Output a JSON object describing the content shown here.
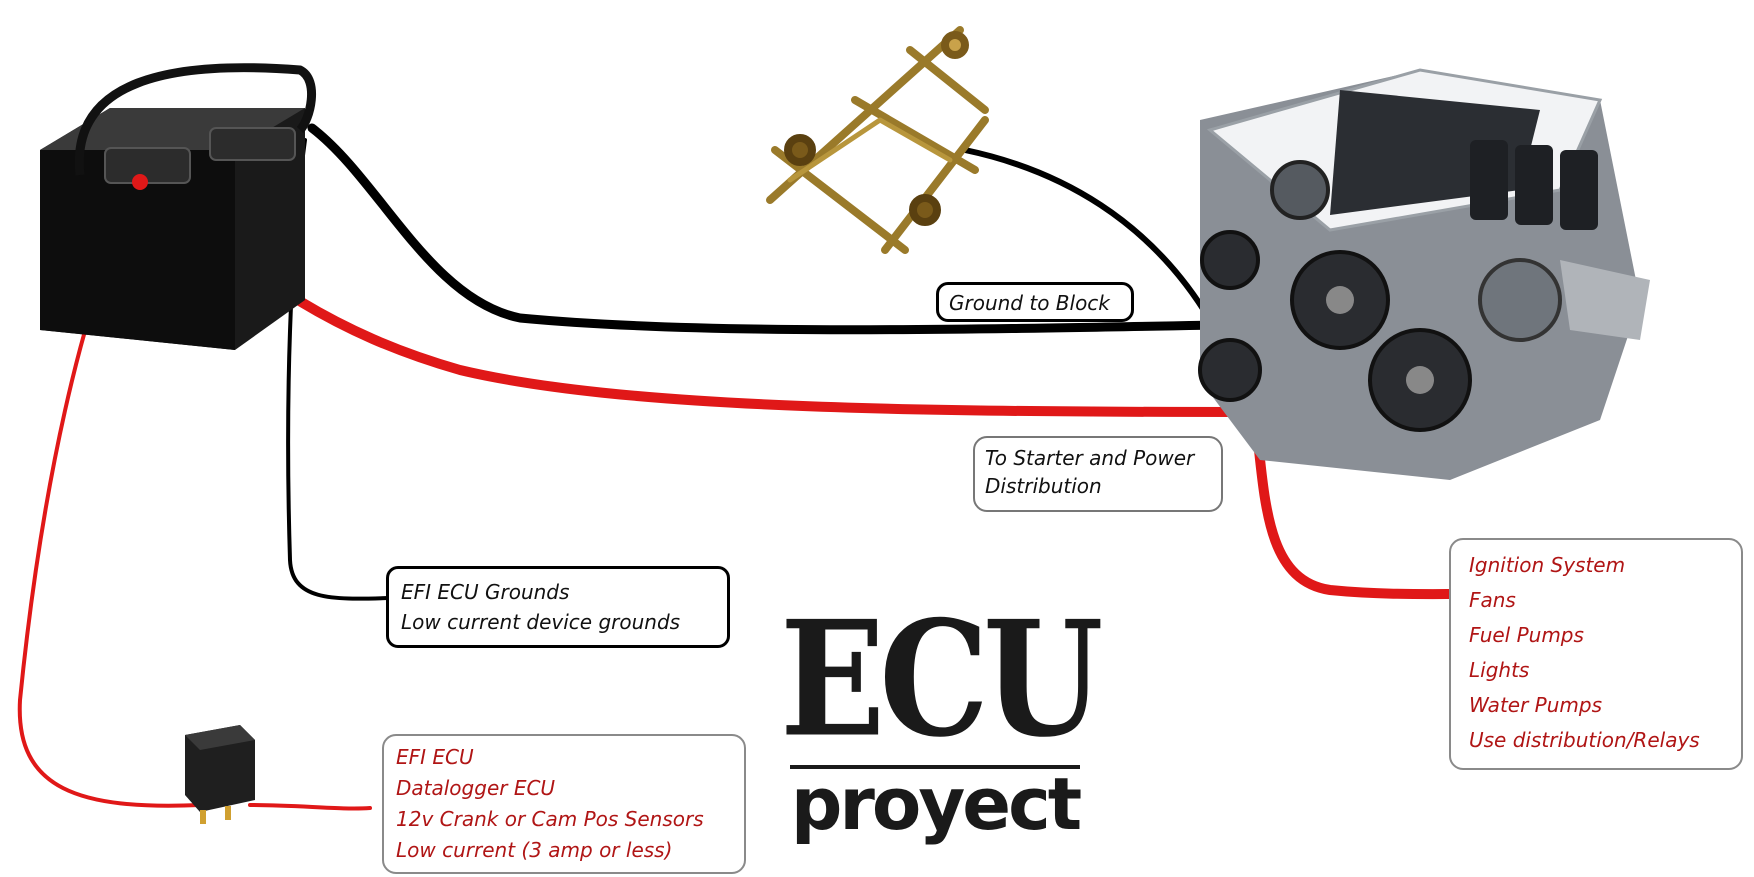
{
  "callouts": {
    "ground_block": "Ground to Block",
    "starter": [
      "To Starter and Power",
      "Distribution"
    ],
    "ecu_grounds": [
      "EFI ECU Grounds",
      "Low current device grounds"
    ],
    "ecu_power": [
      "EFI ECU",
      "Datalogger ECU",
      "12v Crank or Cam Pos Sensors",
      "Low current (3 amp or less)"
    ],
    "high_current": [
      "Ignition System",
      "Fans",
      "Fuel Pumps",
      "Lights",
      "Water Pumps",
      "Use distribution/Relays"
    ]
  },
  "logo": {
    "title": "ECU",
    "subtitle": "proyect"
  },
  "colors": {
    "positive_wire": "#e01818",
    "ground_wire": "#000000",
    "callout_red_text": "#b01515"
  },
  "icons": [
    "battery-icon",
    "chassis-frame-icon",
    "engine-icon",
    "relay-icon"
  ]
}
